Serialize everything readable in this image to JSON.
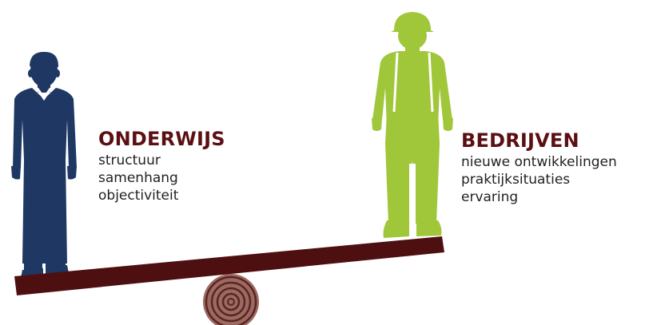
{
  "left_side": {
    "heading": "ONDERWIJS",
    "items": [
      "structuur",
      "samenhang",
      "objectiviteit"
    ]
  },
  "right_side": {
    "heading": "BEDRIJVEN",
    "items": [
      "nieuwe ontwikkelingen",
      "praktijksituaties",
      "ervaring"
    ]
  },
  "colors": {
    "heading": "#5c0f12",
    "teacher_figure": "#1f3763",
    "worker_figure": "#a0c63a",
    "plank": "#4e0f10",
    "log": "#9b6a63",
    "log_rings": "#5c2420"
  },
  "icons": {
    "left_figure": "person-in-suit-icon",
    "right_figure": "construction-worker-icon",
    "seesaw": "seesaw-plank-icon",
    "fulcrum": "log-end-icon"
  }
}
